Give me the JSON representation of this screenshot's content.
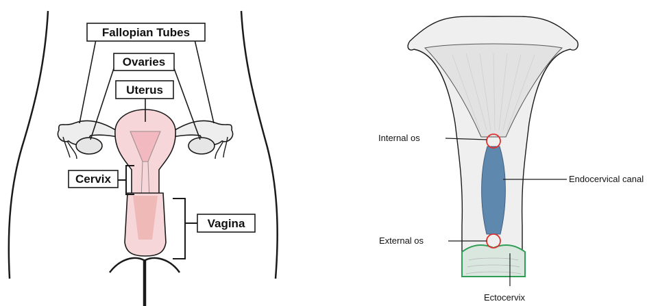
{
  "left_diagram": {
    "labels": {
      "fallopian_tubes": "Fallopian Tubes",
      "ovaries": "Ovaries",
      "uterus": "Uterus",
      "cervix": "Cervix",
      "vagina": "Vagina"
    }
  },
  "right_diagram": {
    "labels": {
      "internal_os": "Internal os",
      "endocervical_canal": "Endocervical canal",
      "external_os": "External os",
      "ectocervix": "Ectocervix"
    }
  },
  "colors": {
    "outline": "#1a1a1a",
    "organ_fill": "#eeeeee",
    "uterus_pink": "#f6d6d8",
    "vagina_pink": "#eeb9b6",
    "canal_blue": "#5f88ae",
    "os_ring_red": "#e03030",
    "ectocervix_green": "#2e9e55"
  }
}
